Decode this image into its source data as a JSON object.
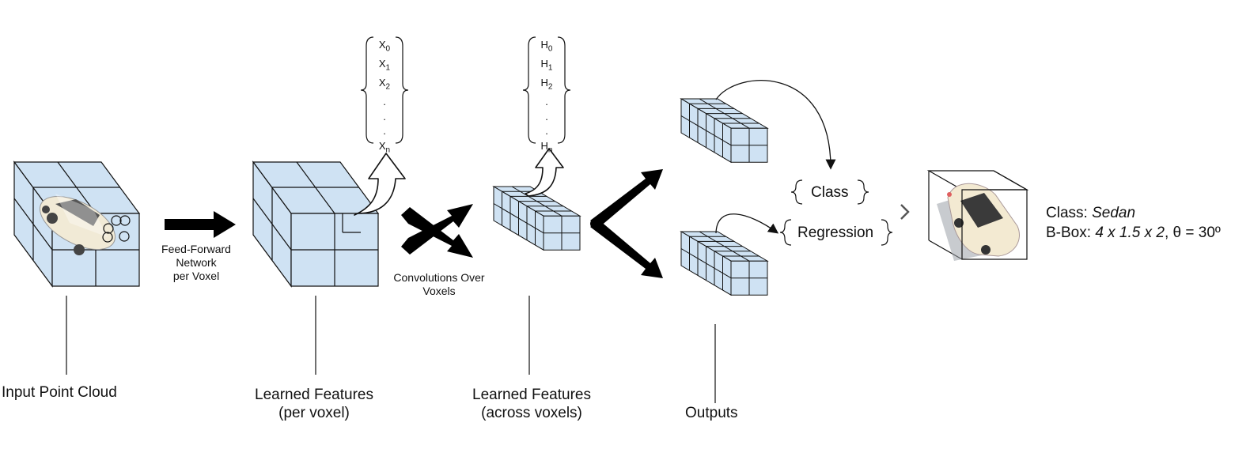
{
  "labels": {
    "input_point_cloud": "Input Point Cloud",
    "feed_forward": [
      "Feed-Forward",
      "Network",
      "per Voxel"
    ],
    "learned_per_voxel": [
      "Learned Features",
      "(per voxel)"
    ],
    "convolutions": [
      "Convolutions Over",
      "Voxels"
    ],
    "learned_across": [
      "Learned Features",
      "(across voxels)"
    ],
    "outputs": "Outputs"
  },
  "x_vector": [
    {
      "base": "X",
      "sub": "0"
    },
    {
      "base": "X",
      "sub": "1"
    },
    {
      "base": "X",
      "sub": "2"
    },
    {
      "base": ".",
      "sub": ""
    },
    {
      "base": ".",
      "sub": ""
    },
    {
      "base": ".",
      "sub": ""
    },
    {
      "base": "X",
      "sub": "n"
    }
  ],
  "h_vector": [
    {
      "base": "H",
      "sub": "0"
    },
    {
      "base": "H",
      "sub": "1"
    },
    {
      "base": "H",
      "sub": "2"
    },
    {
      "base": ".",
      "sub": ""
    },
    {
      "base": ".",
      "sub": ""
    },
    {
      "base": ".",
      "sub": ""
    },
    {
      "base": "H",
      "sub": "n"
    }
  ],
  "heads": {
    "class": "Class",
    "regression": "Regression"
  },
  "result": {
    "class_prefix": "Class: ",
    "class_value": "Sedan",
    "bbox_prefix": "B-Box: ",
    "bbox_dims": "4 x 1.5 x 2",
    "bbox_angle": ", θ = 30º"
  },
  "colors": {
    "voxel_fill": "#cfe2f3",
    "voxel_stroke": "#111111",
    "arrow": "#000000",
    "car_body": "#f3ead2"
  }
}
